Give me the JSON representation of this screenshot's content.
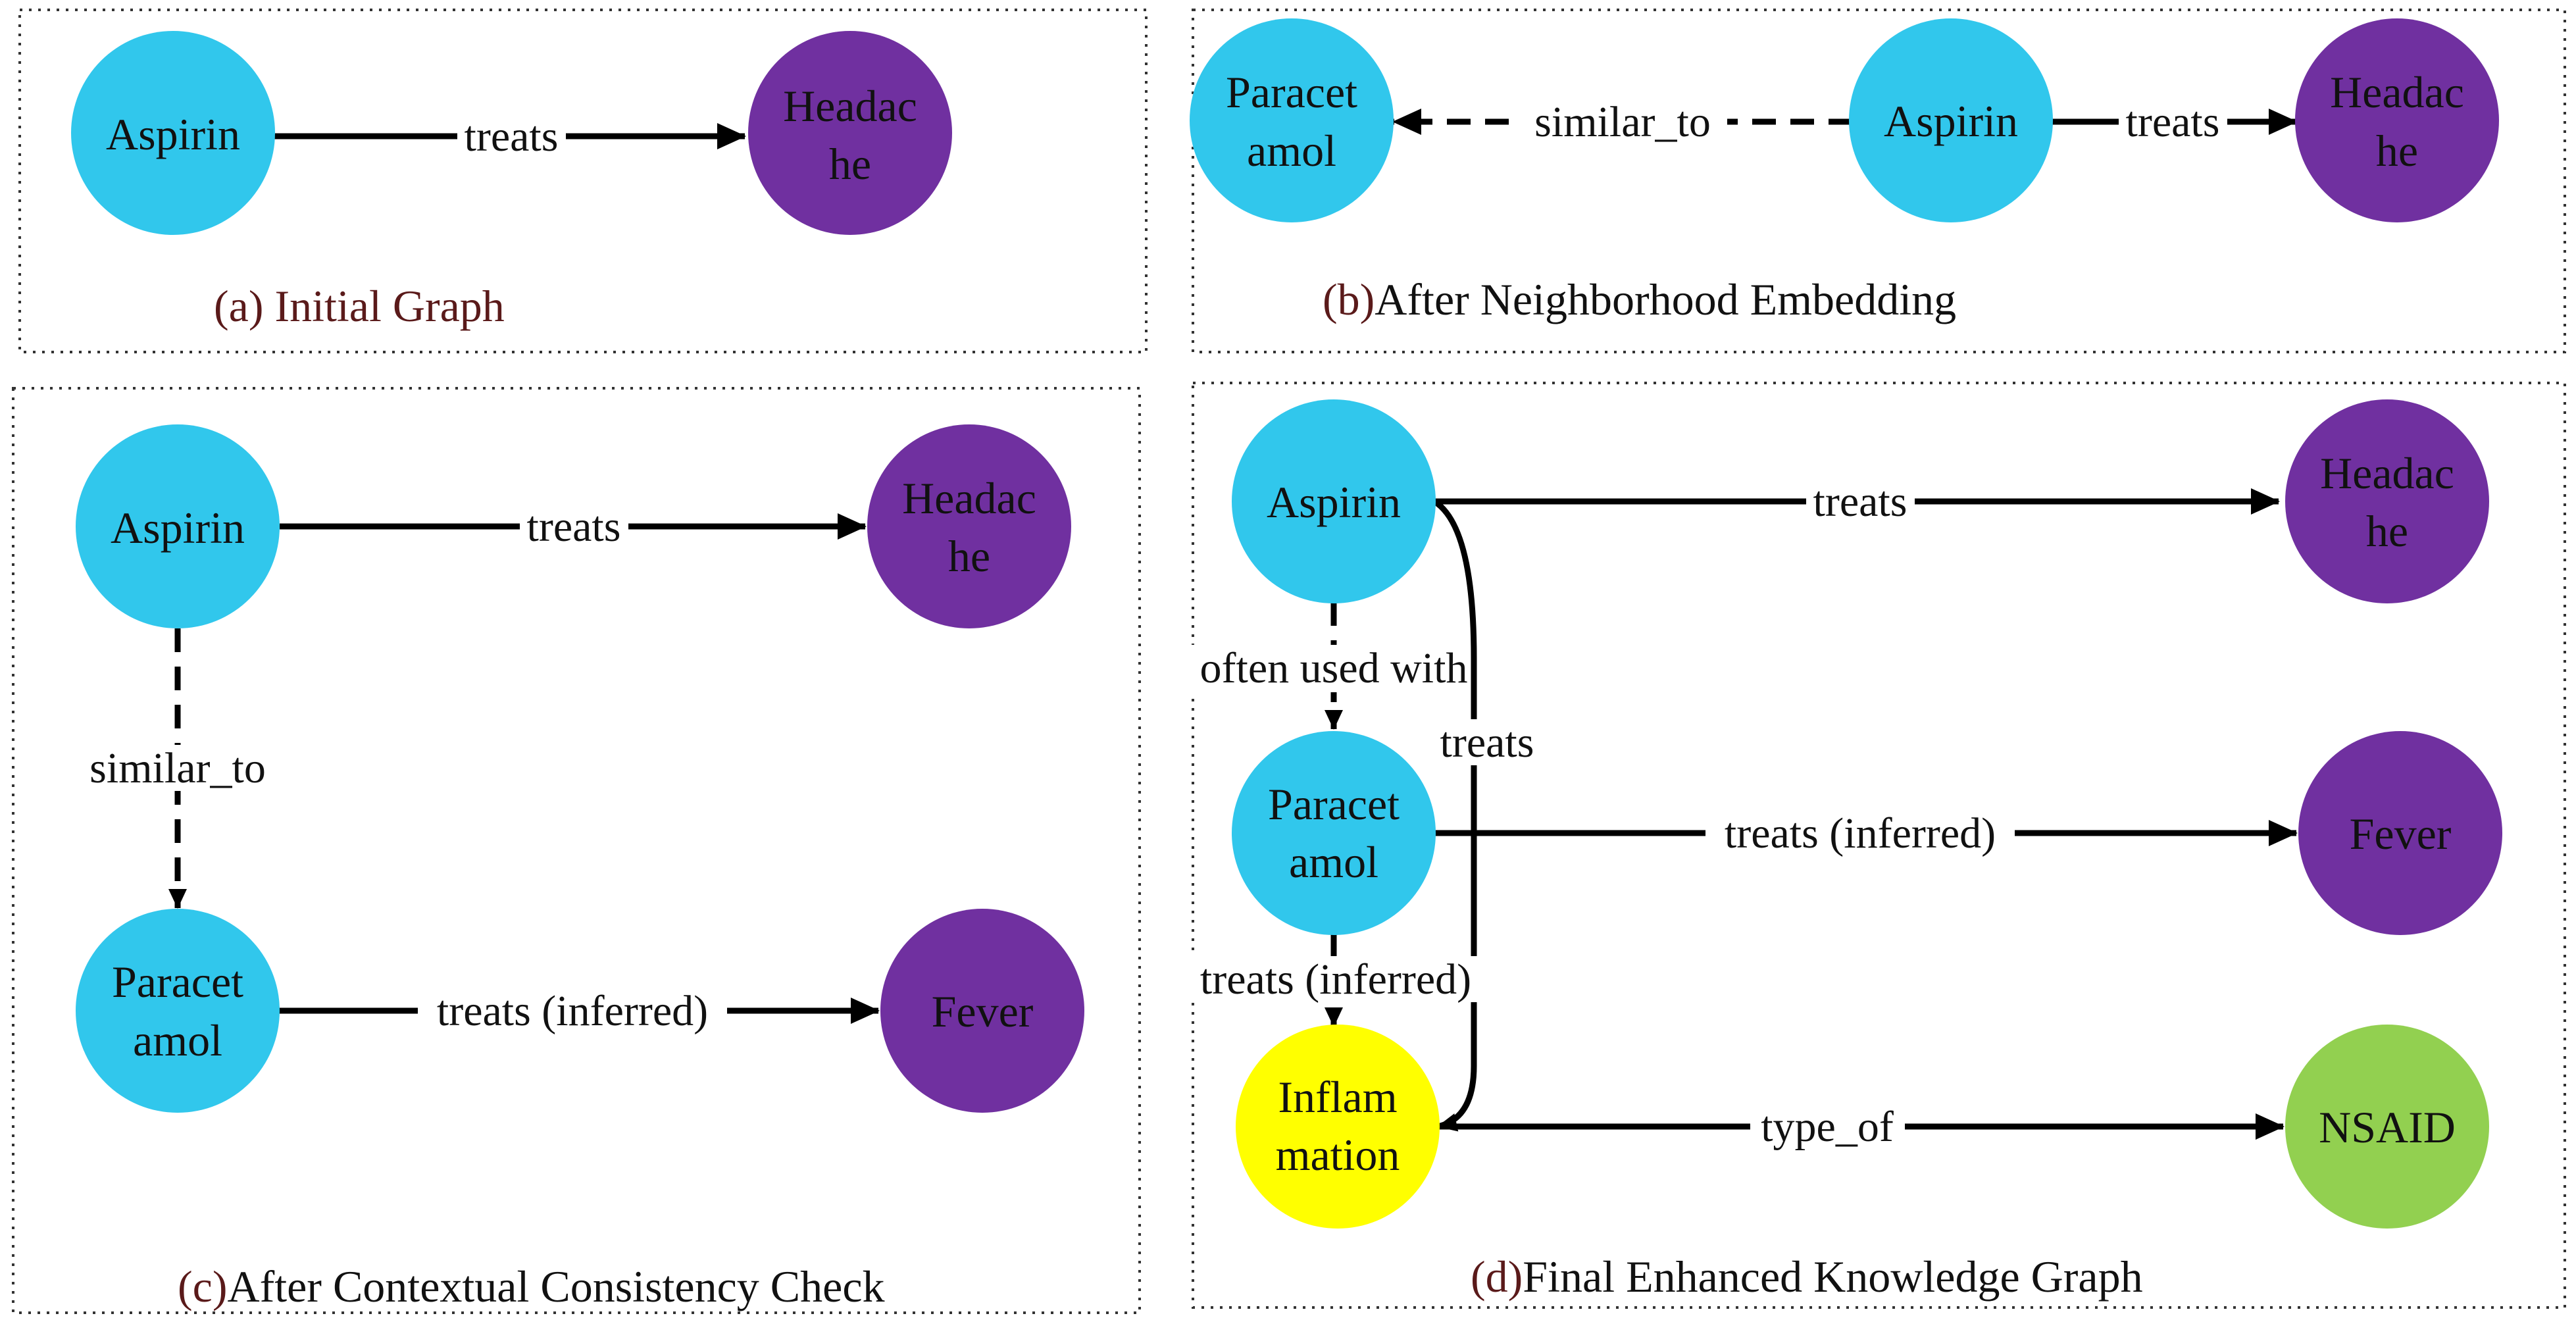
{
  "colors": {
    "drug": "#31c7ec",
    "condition": "#7030a0",
    "inflammation": "#ffff00",
    "class": "#92d050",
    "caption_a": "#5a1a1a",
    "caption_b": "#5a1a1a",
    "caption_c": "#5a1a1a",
    "caption_d": "#5a1a1a"
  },
  "panels": {
    "a": {
      "caption": "(a) Initial Graph",
      "nodes": {
        "aspirin": "Aspirin",
        "headache_1": "Headac",
        "headache_2": "he"
      },
      "edges": {
        "treats": "treats"
      }
    },
    "b": {
      "caption_prefix": "(b)",
      "caption_rest": "After Neighborhood Embedding",
      "nodes": {
        "paracetamol_1": "Paracet",
        "paracetamol_2": "amol",
        "aspirin": "Aspirin",
        "headache_1": "Headac",
        "headache_2": "he"
      },
      "edges": {
        "similar_to": "similar_to",
        "treats": "treats"
      }
    },
    "c": {
      "caption_prefix": "(c)",
      "caption_rest": "After Contextual Consistency Check",
      "nodes": {
        "aspirin": "Aspirin",
        "headache_1": "Headac",
        "headache_2": "he",
        "paracetamol_1": "Paracet",
        "paracetamol_2": "amol",
        "fever": "Fever"
      },
      "edges": {
        "treats": "treats",
        "similar_to": "similar_to",
        "treats_inferred": "treats (inferred)"
      }
    },
    "d": {
      "caption_prefix": "(d)",
      "caption_rest": "Final Enhanced Knowledge Graph",
      "nodes": {
        "aspirin": "Aspirin",
        "headache_1": "Headac",
        "headache_2": "he",
        "paracetamol_1": "Paracet",
        "paracetamol_2": "amol",
        "fever": "Fever",
        "inflammation_1": "Inflam",
        "inflammation_2": "mation",
        "nsaid": "NSAID"
      },
      "edges": {
        "treats_top": "treats",
        "often_used_with": "often used with",
        "treats_curve": "treats",
        "treats_inferred_fever": "treats (inferred)",
        "treats_inferred_inflammation": "treats (inferred)",
        "type_of": "type_of"
      }
    }
  }
}
